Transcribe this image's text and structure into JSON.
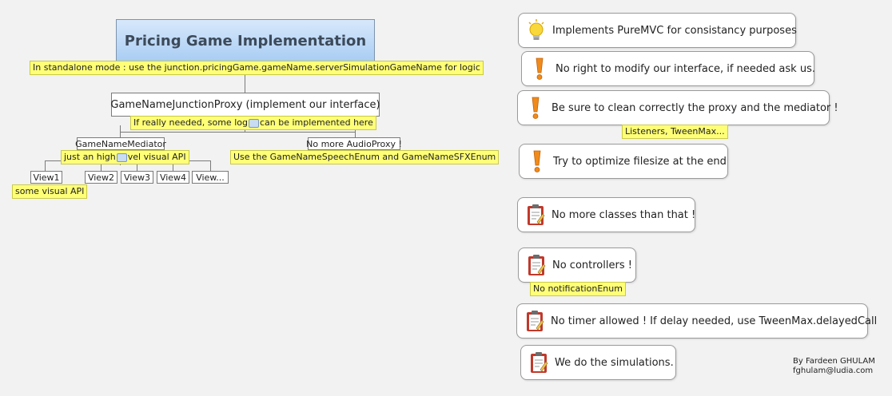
{
  "diagram": {
    "root_title": "Pricing Game Implementation",
    "root_note": "In standalone mode : use the junction.pricingGame.gameName.serverSimulationGameName for logic",
    "proxy": "GameNameJunctionProxy (implement our interface)",
    "proxy_note_a": "If really needed, some log",
    "proxy_note_b": "can be implemented here",
    "mediator": "GameNameMediator",
    "mediator_note_a": "just an high",
    "mediator_note_b": "vel visual API",
    "audio_proxy": "No more AudioProxy !",
    "audio_note": "Use the GameNameSpeechEnum and GameNameSFXEnum",
    "views": [
      "View1",
      "View2",
      "View3",
      "View4",
      "View..."
    ],
    "view1_note": "some visual API"
  },
  "notes_panel": {
    "items": [
      {
        "text": "Implements PureMVC for consistancy purposes",
        "icon": "lightbulb-icon"
      },
      {
        "text": "No right to modify our interface, if needed ask us.",
        "icon": "exclamation-icon"
      },
      {
        "text": "Be sure to clean correctly the proxy and the mediator !",
        "icon": "exclamation-icon"
      },
      {
        "text": "Try to optimize filesize at the end",
        "icon": "exclamation-icon"
      },
      {
        "text": "No more classes than that !",
        "icon": "clipboard-icon"
      },
      {
        "text": "No controllers !",
        "icon": "clipboard-icon"
      },
      {
        "text": "No timer allowed ! If delay needed, use TweenMax.delayedCall",
        "icon": "clipboard-icon"
      },
      {
        "text": "We do the simulations.",
        "icon": "clipboard-icon"
      }
    ],
    "clean_subnote": "Listeners, TweenMax...",
    "controllers_subnote": "No notificationEnum"
  },
  "credit": {
    "line1": "By Fardeen GHULAM",
    "line2": "fghulam@ludia.com"
  },
  "colors": {
    "canvas": "#f2f2f2",
    "note_yellow": "#ffff77",
    "root_blue": "#a9cdf3",
    "exclamation_orange": "#f08a1a",
    "bulb_yellow": "#f5d020",
    "clipboard_red": "#c0392b"
  }
}
